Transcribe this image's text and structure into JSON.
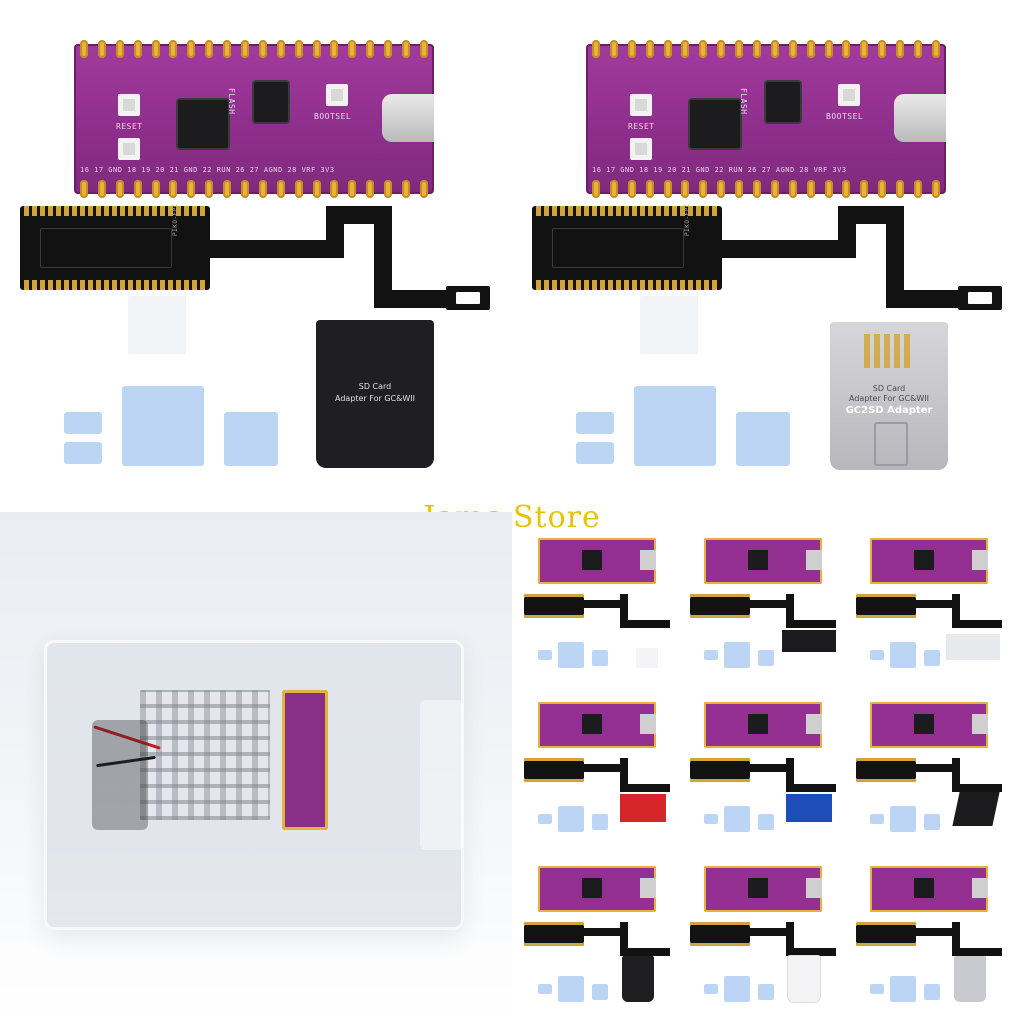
{
  "watermark": {
    "text": "Jamc Store",
    "color": "#e6c400"
  },
  "board": {
    "silk_top_left": "FLASH",
    "silk_bootsel": "BOOTSEL",
    "silk_reset": "RESET",
    "silk_bottom_pins": "16 17 GND 18 19 20 21 GND 22 RUN 26 27 AGND 28 VRF 3V3"
  },
  "fpc": {
    "label": "PIKO-FPC"
  },
  "adapter_black": {
    "line1": "SD Card",
    "line2": "Adapter For GC&WII"
  },
  "adapter_clear": {
    "line1": "SD Card",
    "line2": "Adapter For GC&WII",
    "line3": "GC2SD Adapter"
  },
  "colors": {
    "board": "#933092",
    "gold": "#e2b43d",
    "fpc": "#121212",
    "thermal_pad": "#bdd5f5"
  },
  "thumbnails": {
    "count": 9,
    "variants": [
      "white-card",
      "black-microsd",
      "white-sd-pair",
      "red-dual",
      "blue-dual",
      "black-angle",
      "black-card",
      "white-card-2",
      "clear-card"
    ]
  }
}
